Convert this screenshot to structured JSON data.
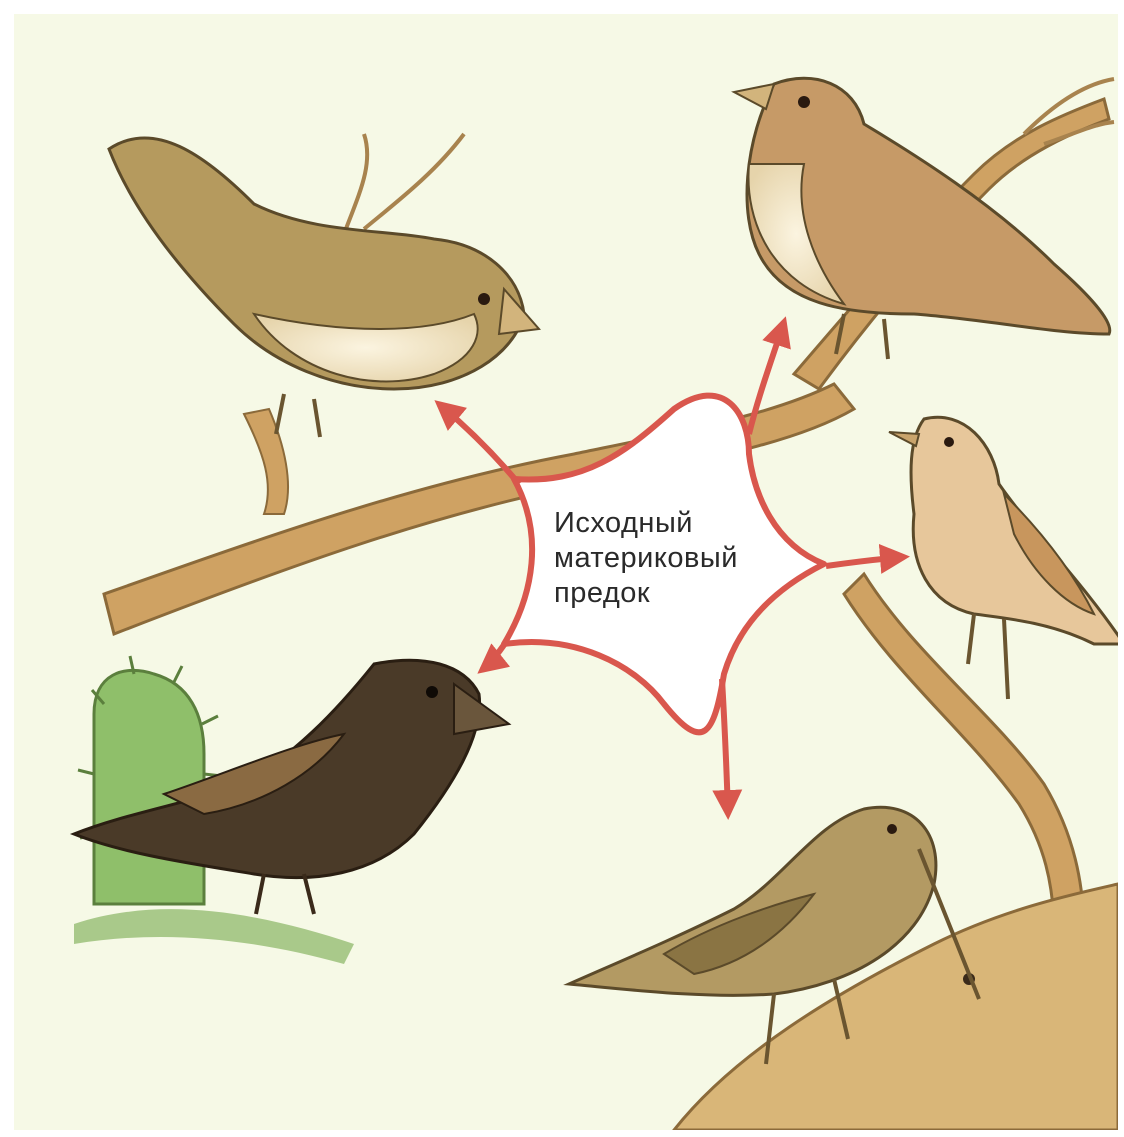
{
  "diagram": {
    "center_label_lines": [
      "Исходный",
      "материковый",
      "предок"
    ],
    "colors": {
      "background": "#f6f9e6",
      "arrow": "#d9574d",
      "branch": "#c79a58",
      "cactus": "#8fbf6a"
    },
    "birds": [
      {
        "name": "finch-upper-left",
        "pose": "perched on branch, facing right"
      },
      {
        "name": "finch-upper-right",
        "pose": "perched on branch, facing left"
      },
      {
        "name": "finch-right",
        "pose": "perched on branch, facing left"
      },
      {
        "name": "finch-lower-left",
        "pose": "perched on cactus, large beak"
      },
      {
        "name": "finch-lower-right",
        "pose": "on trunk using twig tool"
      }
    ]
  }
}
